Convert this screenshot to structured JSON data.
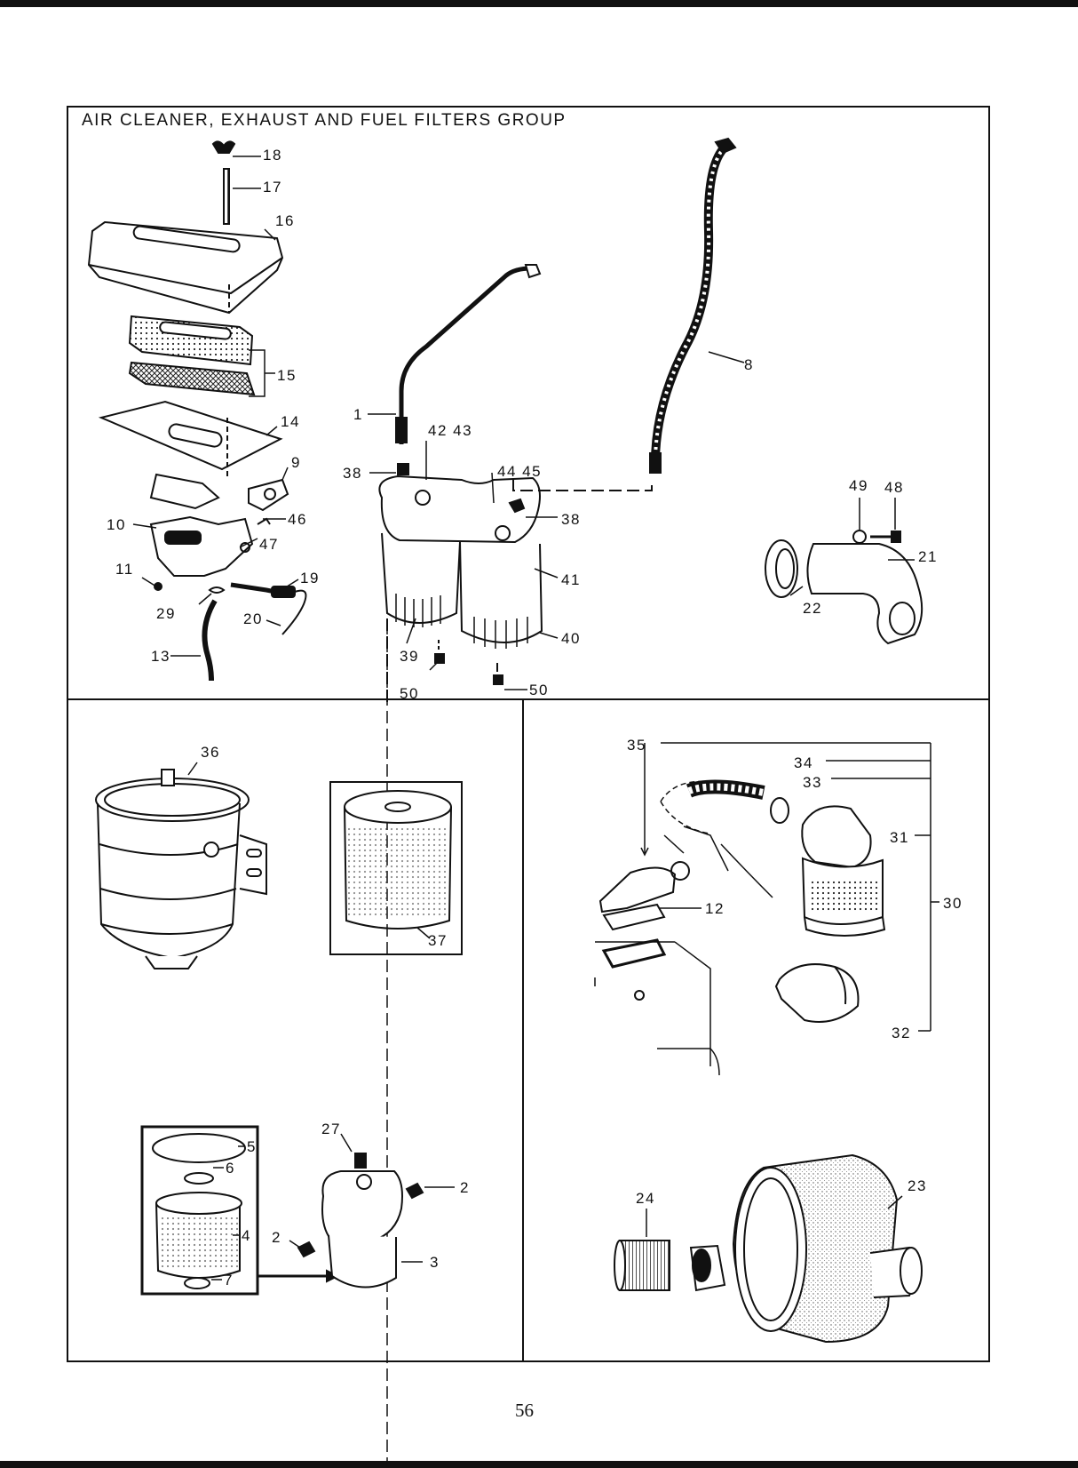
{
  "title": "AIR CLEANER, EXHAUST AND FUEL FILTERS GROUP",
  "page_number": "56",
  "callouts": {
    "c18": "18",
    "c17": "17",
    "c16": "16",
    "c15": "15",
    "c14": "14",
    "c9": "9",
    "c10": "10",
    "c46": "46",
    "c47": "47",
    "c11": "11",
    "c19": "19",
    "c29": "29",
    "c20": "20",
    "c13": "13",
    "c1": "1",
    "c42_43": "42 43",
    "c38a": "38",
    "c44_45": "44 45",
    "c38b": "38",
    "c41": "41",
    "c40": "40",
    "c39": "39",
    "c50a": "50",
    "c50b": "50",
    "c8": "8",
    "c49": "49",
    "c48": "48",
    "c21": "21",
    "c22": "22",
    "c36": "36",
    "c37": "37",
    "c35": "35",
    "c34": "34",
    "c33": "33",
    "c31": "31",
    "c30": "30",
    "c12": "12",
    "c32": "32",
    "c27": "27",
    "c5": "5",
    "c6": "6",
    "c4": "4",
    "c7": "7",
    "c2a": "2",
    "c2b": "2",
    "c3": "3",
    "c24": "24",
    "c23": "23"
  }
}
